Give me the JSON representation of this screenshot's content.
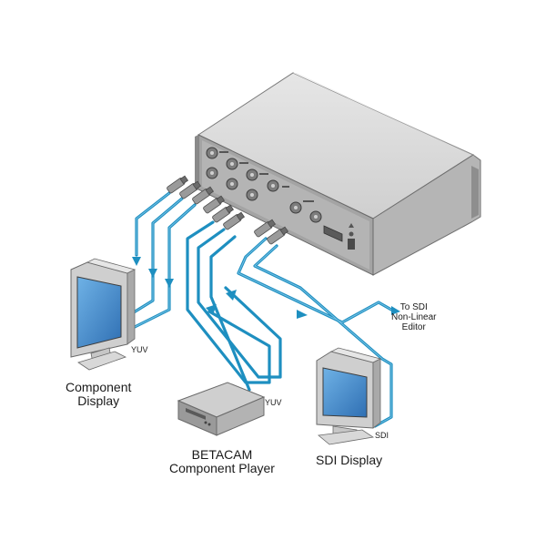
{
  "labels": {
    "component_display": [
      "Component",
      "Display"
    ],
    "betacam_player": [
      "BETACAM",
      "Component Player"
    ],
    "sdi_display": "SDI Display",
    "sdi_editor": [
      "To SDI",
      "Non-Linear",
      "Editor"
    ],
    "yuv_display": "YUV",
    "yuv_player": "YUV",
    "sdi_cable": "SDI"
  },
  "colors": {
    "cable": "#1e8fc0",
    "cable_dark": "#0f6f9c",
    "device_top": "#d8d8d8",
    "device_front": "#9b9b9b",
    "device_side": "#b9b9b9",
    "monitor_body": "#d9d9d9",
    "monitor_screen": "#3a84c9",
    "text": "#1a1a1a"
  },
  "icons": [
    "video-processor-device",
    "crt-monitor",
    "betacam-deck",
    "sdi-monitor",
    "bnc-connector"
  ]
}
